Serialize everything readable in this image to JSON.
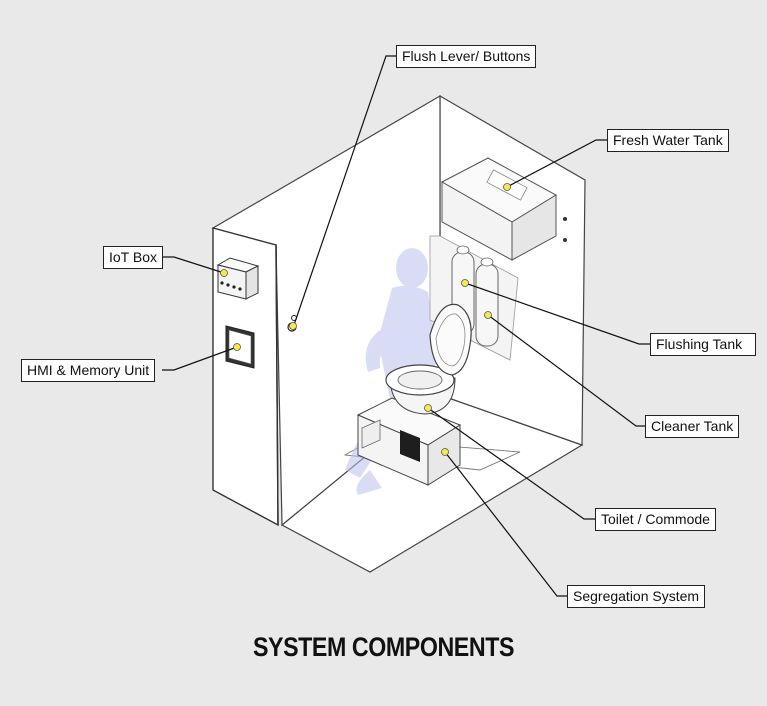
{
  "labels": {
    "flush": "Flush Lever/ Buttons",
    "fresh_water": "Fresh Water Tank",
    "iot_box": "IoT Box",
    "hmi": "HMI & Memory Unit",
    "flushing_tank": "Flushing Tank",
    "cleaner_tank": "Cleaner Tank",
    "toilet": "Toilet / Commode",
    "segregation": "Segregation System"
  },
  "title": "SYSTEM COMPONENTS",
  "colors": {
    "background": "#e9e9e9",
    "marker": "#f5e94b",
    "line": "#111111",
    "person": "#b9c2ee"
  }
}
